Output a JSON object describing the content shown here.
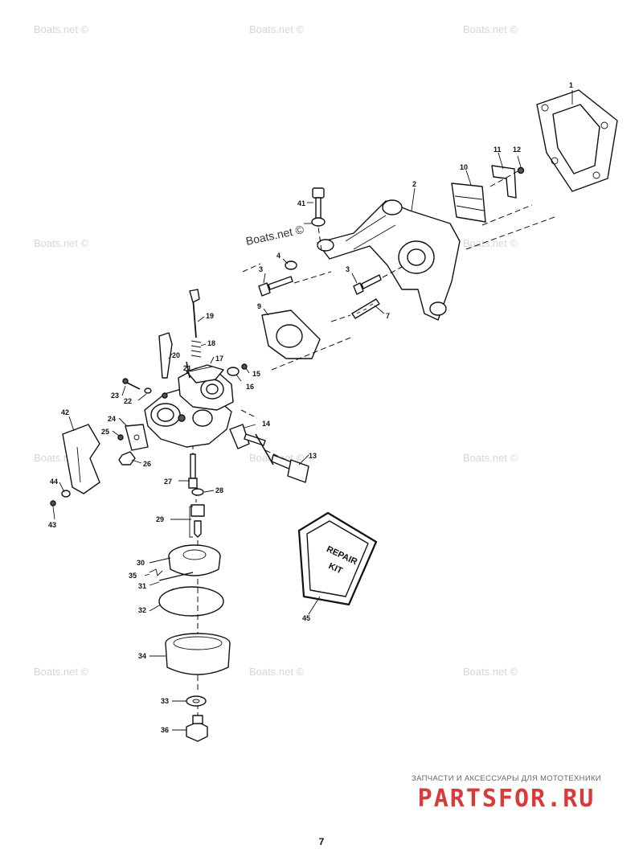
{
  "watermark": "Boats.net ©",
  "page_number": "7",
  "brand": {
    "tagline": "ЗАПЧАСТИ И АКСЕССУАРЫ ДЛЯ МОТОТЕХНИКИ",
    "logo": "PARTSFOR.RU"
  },
  "repair_kit_label": [
    "REPAIR",
    "KIT"
  ],
  "callouts": {
    "c1": "1",
    "c2": "2",
    "c3a": "3",
    "c3b": "3",
    "c4": "4",
    "c7": "7",
    "c9": "9",
    "c10": "10",
    "c11": "11",
    "c12": "12",
    "c13": "13",
    "c14": "14",
    "c15": "15",
    "c16": "16",
    "c17": "17",
    "c18": "18",
    "c19": "19",
    "c20": "20",
    "c21": "21",
    "c22": "22",
    "c23": "23",
    "c24": "24",
    "c25": "25",
    "c26": "26",
    "c27": "27",
    "c28": "28",
    "c29": "29",
    "c30": "30",
    "c31": "31",
    "c32": "32",
    "c33": "33",
    "c34": "34",
    "c35": "35",
    "c36": "36",
    "c41": "41",
    "c42": "42",
    "c43": "43",
    "c44": "44",
    "c45": "45"
  }
}
